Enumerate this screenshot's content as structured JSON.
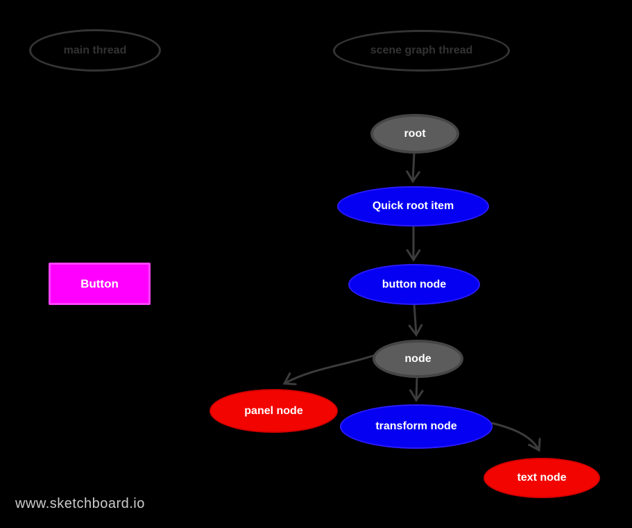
{
  "canvas": {
    "background": "#000000",
    "watermark": "www.sketchboard.io"
  },
  "lanes": [
    {
      "id": "main-thread",
      "label": "main thread"
    },
    {
      "id": "scene-graph-thread",
      "label": "scene graph thread"
    }
  ],
  "nodes": [
    {
      "id": "root",
      "label": "root",
      "shape": "ellipse",
      "fill": "#5c5c5c",
      "stroke": "#464646",
      "text_color": "#ffffff"
    },
    {
      "id": "quick-root-item",
      "label": "Quick root item",
      "shape": "ellipse",
      "fill": "#0600f2",
      "stroke": "#2b1cff",
      "text_color": "#ffffff"
    },
    {
      "id": "button-node",
      "label": "button node",
      "shape": "ellipse",
      "fill": "#0600f2",
      "stroke": "#2b1cff",
      "text_color": "#ffffff"
    },
    {
      "id": "node",
      "label": "node",
      "shape": "ellipse",
      "fill": "#5c5c5c",
      "stroke": "#464646",
      "text_color": "#ffffff"
    },
    {
      "id": "panel-node",
      "label": "panel node",
      "shape": "ellipse",
      "fill": "#f20500",
      "stroke": "#d40000",
      "text_color": "#ffffff"
    },
    {
      "id": "transform-node",
      "label": "transform node",
      "shape": "ellipse",
      "fill": "#0600f2",
      "stroke": "#2b1cff",
      "text_color": "#ffffff"
    },
    {
      "id": "text-node",
      "label": "text node",
      "shape": "ellipse",
      "fill": "#f20500",
      "stroke": "#d40000",
      "text_color": "#ffffff"
    }
  ],
  "widgets": [
    {
      "id": "button",
      "label": "Button",
      "shape": "rectangle",
      "fill": "#ff00ff",
      "text_color": "#ffffff"
    }
  ],
  "edges": [
    {
      "from": "root",
      "to": "quick-root-item"
    },
    {
      "from": "quick-root-item",
      "to": "button-node"
    },
    {
      "from": "button-node",
      "to": "node"
    },
    {
      "from": "node",
      "to": "transform-node"
    },
    {
      "from": "node",
      "to": "panel-node"
    },
    {
      "from": "transform-node",
      "to": "text-node"
    }
  ],
  "colors": {
    "edge": "#3c3c3c",
    "lane_stroke": "#343434",
    "lane_text": "#333333",
    "gray_node": "#5c5c5c",
    "blue_node": "#0600f2",
    "red_node": "#f20500",
    "magenta_button": "#ff00ff",
    "watermark_text": "#cccccc"
  }
}
